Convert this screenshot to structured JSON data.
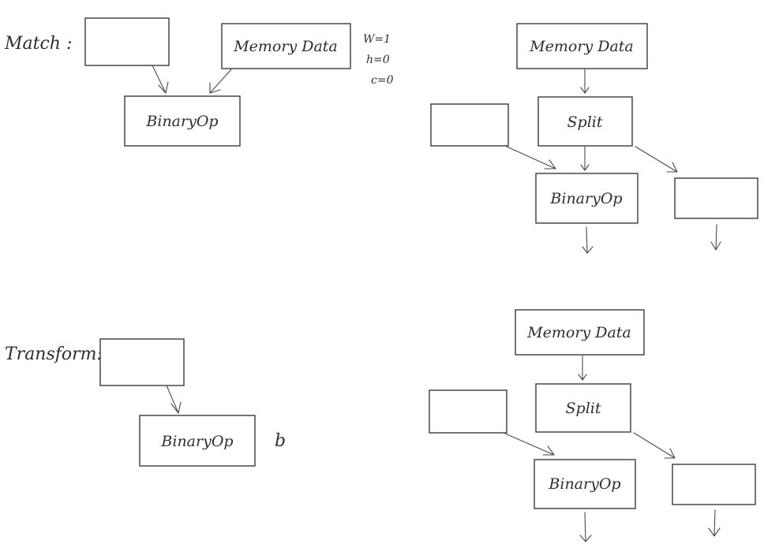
{
  "headings": {
    "match": "Match :",
    "transform": "Transform:"
  },
  "notes": {
    "w": "W=1",
    "h": "h=0",
    "c": "c=0",
    "b": "b"
  },
  "nodes": {
    "match_input": "",
    "match_memory": "Memory Data",
    "match_binary": "BinaryOp",
    "transform_input": "",
    "transform_binary": "BinaryOp",
    "r1_memory": "Memory Data",
    "r1_input": "",
    "r1_split": "Split",
    "r1_binary": "BinaryOp",
    "r1_output": "",
    "r2_memory": "Memory Data",
    "r2_input": "",
    "r2_split": "Split",
    "r2_binary": "BinaryOp",
    "r2_output": ""
  },
  "edges": [
    {
      "from": "match_input",
      "to": "match_binary"
    },
    {
      "from": "match_memory",
      "to": "match_binary"
    },
    {
      "from": "transform_input",
      "to": "transform_binary"
    },
    {
      "from": "r1_memory",
      "to": "r1_split"
    },
    {
      "from": "r1_input",
      "to": "r1_binary"
    },
    {
      "from": "r1_split",
      "to": "r1_binary"
    },
    {
      "from": "r1_split",
      "to": "r1_output"
    },
    {
      "from": "r1_binary",
      "to": ""
    },
    {
      "from": "r1_output",
      "to": ""
    },
    {
      "from": "r2_memory",
      "to": "r2_split"
    },
    {
      "from": "r2_input",
      "to": "r2_binary"
    },
    {
      "from": "r2_split",
      "to": "r2_binary"
    },
    {
      "from": "r2_split",
      "to": "r2_output"
    },
    {
      "from": "r2_binary",
      "to": ""
    },
    {
      "from": "r2_output",
      "to": ""
    }
  ]
}
